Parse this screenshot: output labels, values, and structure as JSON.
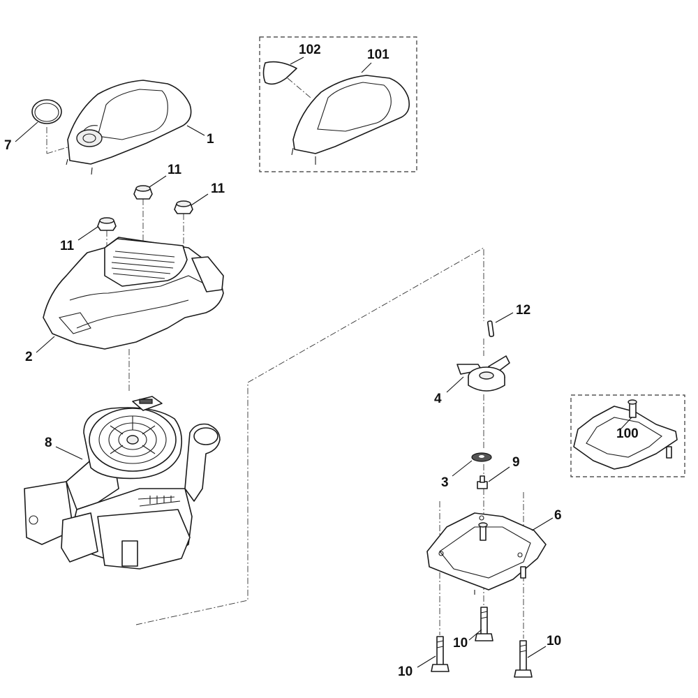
{
  "callouts": {
    "c1": "1",
    "c2": "2",
    "c3": "3",
    "c4": "4",
    "c6": "6",
    "c7": "7",
    "c8": "8",
    "c9": "9",
    "c10a": "10",
    "c10b": "10",
    "c10c": "10",
    "c11a": "11",
    "c11b": "11",
    "c11c": "11",
    "c12": "12",
    "c100": "100",
    "c101": "101",
    "c102": "102"
  }
}
